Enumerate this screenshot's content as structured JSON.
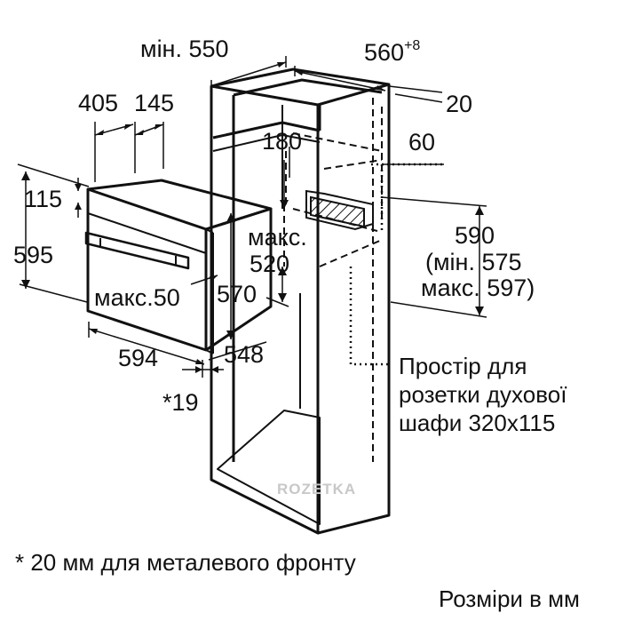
{
  "dimensions": {
    "min_550": "мін. 550",
    "d560": "560",
    "d560_sup": "+8",
    "d20": "20",
    "d405": "405",
    "d145": "145",
    "d180": "180",
    "d60": "60",
    "d115": "115",
    "d595": "595",
    "max_520_line1": "макс.",
    "max_520_line2": "520",
    "d590": "590",
    "d590_min": "(мін. 575",
    "d590_max": "макс. 597)",
    "max_50": "макс.50",
    "d570": "570",
    "d594": "594",
    "d548": "548",
    "d19": "*19"
  },
  "notes": {
    "socket_line1": "Простір для",
    "socket_line2": "розетки духової",
    "socket_line3": "шафи 320x115",
    "footnote": "* 20 мм для металевого фронту",
    "units": "Розміри в мм"
  },
  "watermark": "ROZETKA",
  "colors": {
    "ink": "#111111",
    "background": "#ffffff",
    "watermark": "#c8c8c8"
  }
}
